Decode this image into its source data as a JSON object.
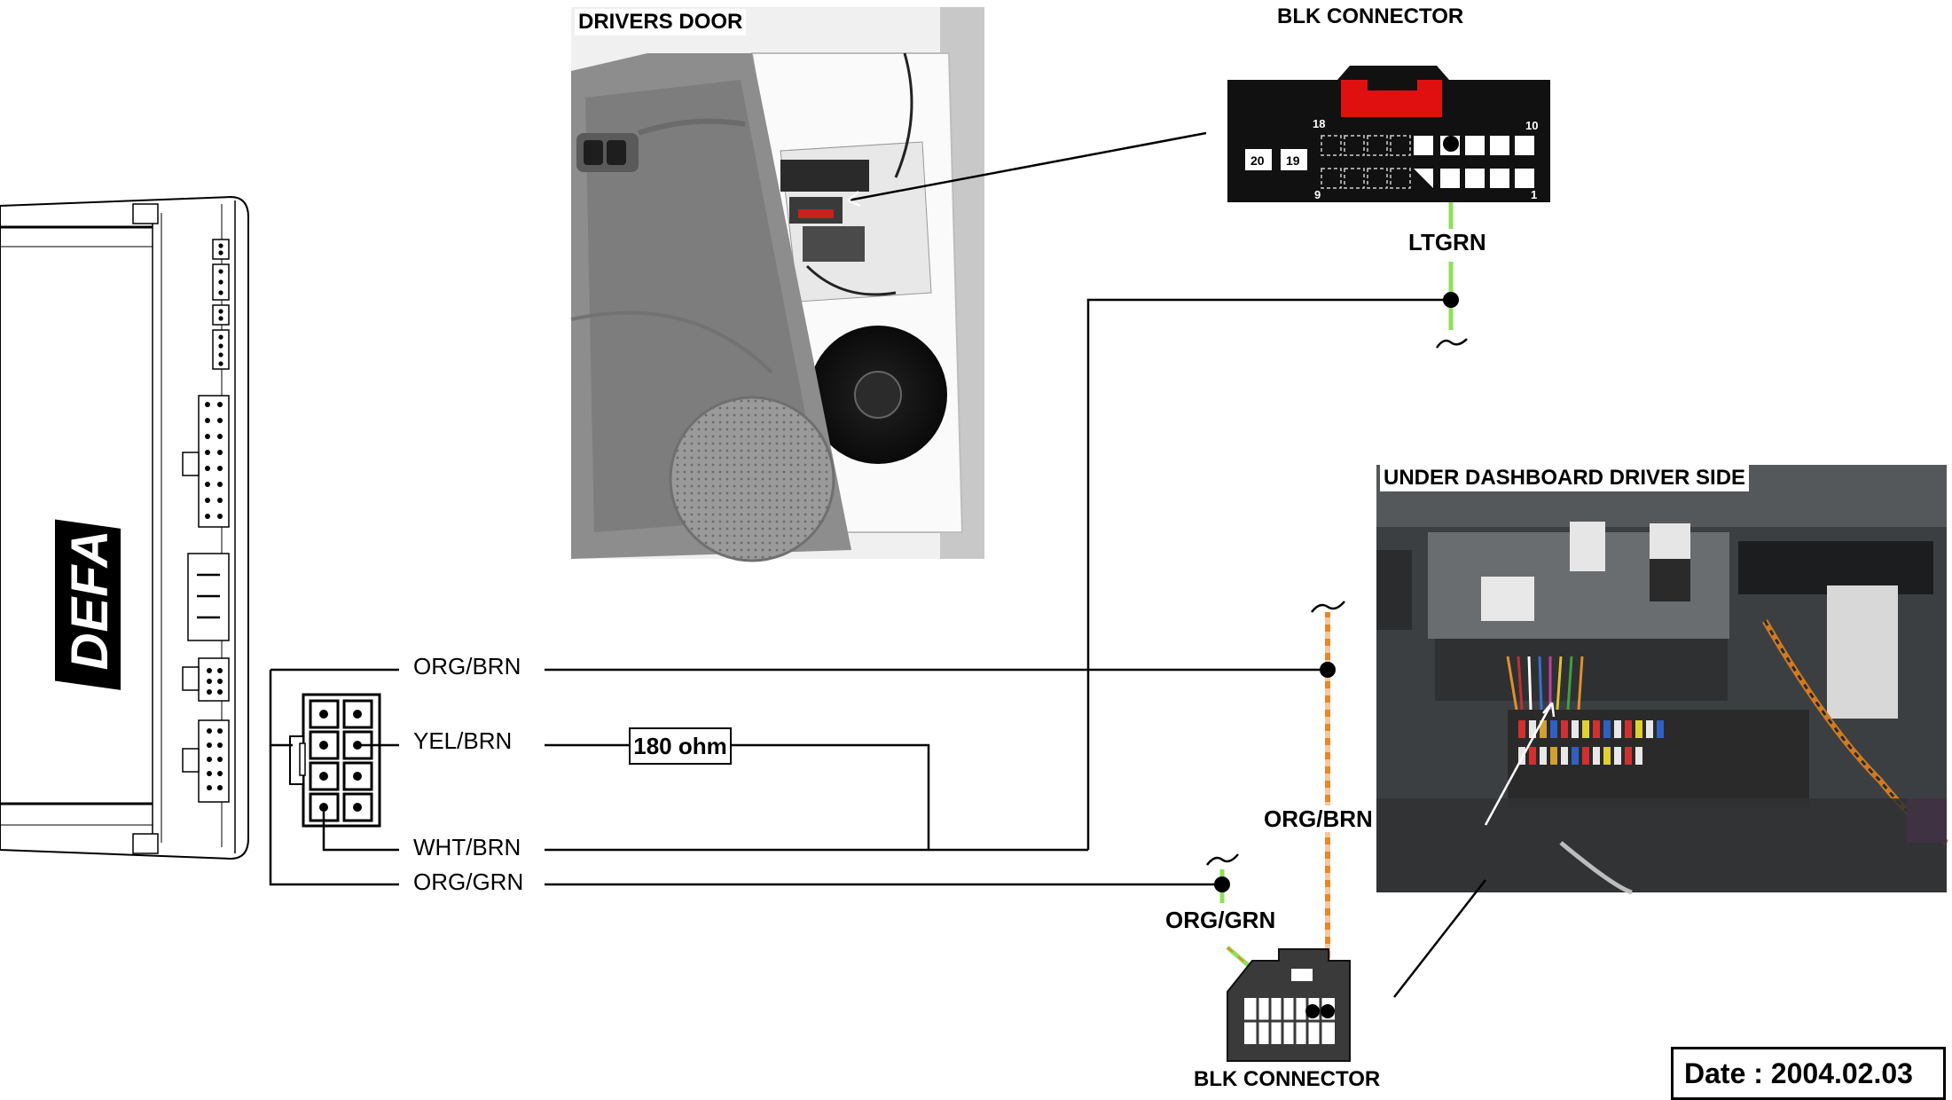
{
  "photos": {
    "drivers_door": {
      "label": "DRIVERS DOOR"
    },
    "under_dashboard": {
      "label": "UNDER DASHBOARD DRIVER SIDE"
    }
  },
  "module": {
    "brand": "DEFA"
  },
  "top_connector": {
    "title": "BLK CONNECTOR",
    "pin_labels": {
      "p18": "18",
      "p10": "10",
      "p9": "9",
      "p1": "1",
      "p20": "20",
      "p19": "19"
    },
    "wire_label": "LTGRN"
  },
  "bottom_connector": {
    "title": "BLK CONNECTOR"
  },
  "wires": {
    "org_brn": "ORG/BRN",
    "yel_brn": "YEL/BRN",
    "wht_brn": "WHT/BRN",
    "org_grn": "ORG/GRN"
  },
  "vertical_labels": {
    "org_brn": "ORG/BRN",
    "org_grn": "ORG/GRN"
  },
  "resistor": {
    "label": "180 ohm"
  },
  "date": {
    "text": "Date : 2004.02.03"
  },
  "colors": {
    "ltgrn": "#8fe05a",
    "orange": "#e8862a",
    "connector_red": "#e01010"
  }
}
